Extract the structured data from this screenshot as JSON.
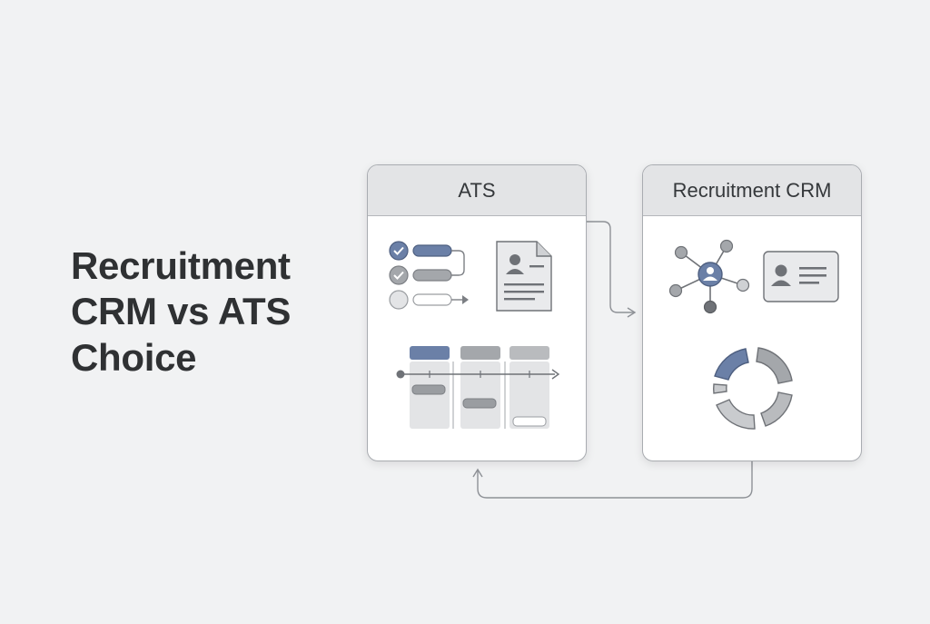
{
  "title": {
    "line1": "Recruitment",
    "line2": "CRM vs ATS",
    "line3": "Choice"
  },
  "cards": {
    "ats": {
      "label": "ATS"
    },
    "crm": {
      "label": "Recruitment CRM"
    }
  },
  "colors": {
    "background": "#f1f2f3",
    "accent_blue": "#6b80a7",
    "gray": "#8e9196",
    "light_gray": "#c9cbce",
    "text": "#2f3133"
  },
  "icons": [
    "checklist-icon",
    "resume-document-icon",
    "kanban-pipeline-icon",
    "network-hub-icon",
    "id-card-icon",
    "cycle-ring-icon",
    "flow-arrow-icon"
  ]
}
